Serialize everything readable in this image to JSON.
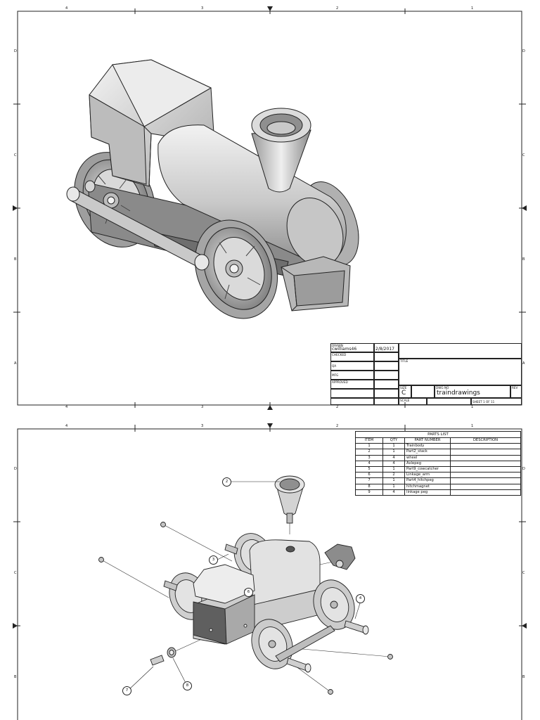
{
  "sheet1": {
    "border_top_labels": [
      "4",
      "3",
      "2",
      "1"
    ],
    "border_bottom_labels": [
      "4",
      "3",
      "2",
      "1"
    ],
    "border_side_labels": [
      "D",
      "C",
      "B",
      "A"
    ],
    "title_block": {
      "drawn_label": "DRAWN",
      "drawn_by": "cwilliams46",
      "drawn_date": "2/8/2017",
      "checked_label": "CHECKED",
      "qa_label": "QA",
      "mfg_label": "MFG",
      "approved_label": "APPROVED",
      "title_label": "TITLE",
      "size_label": "SIZE",
      "size_value": "C",
      "dwg_no_label": "DWG NO",
      "dwg_no_value": "traindrawings",
      "rev_label": "REV",
      "scale_label": "SCALE",
      "sheet_info": "SHEET 1  OF 11"
    }
  },
  "sheet2": {
    "border_top_labels": [
      "4",
      "3",
      "2",
      "1"
    ],
    "border_side_labels": [
      "D",
      "C",
      "B"
    ],
    "balloons": [
      "2",
      "3",
      "4",
      "6",
      "7",
      "8"
    ],
    "parts_list": {
      "title": "PARTS LIST",
      "headers": [
        "ITEM",
        "QTY",
        "PART NUMBER",
        "DESCRIPTION"
      ],
      "rows": [
        [
          "1",
          "1",
          "Trainbody",
          ""
        ],
        [
          "2",
          "1",
          "Part2_stack",
          ""
        ],
        [
          "3",
          "4",
          "wheel",
          ""
        ],
        [
          "4",
          "4",
          "Axlepeg",
          ""
        ],
        [
          "5",
          "1",
          "Part9_cowcatcher",
          ""
        ],
        [
          "6",
          "2",
          "Linkage_arm",
          ""
        ],
        [
          "7",
          "1",
          "Part4_hitchpeg",
          ""
        ],
        [
          "8",
          "1",
          "hitchmagnet",
          ""
        ],
        [
          "9",
          "4",
          "linkage peg",
          ""
        ]
      ]
    }
  },
  "colors": {
    "line": "#222222",
    "shade_light": "#e6e6e6",
    "shade_mid": "#b5b5b5",
    "shade_dark": "#6b6b6b"
  }
}
